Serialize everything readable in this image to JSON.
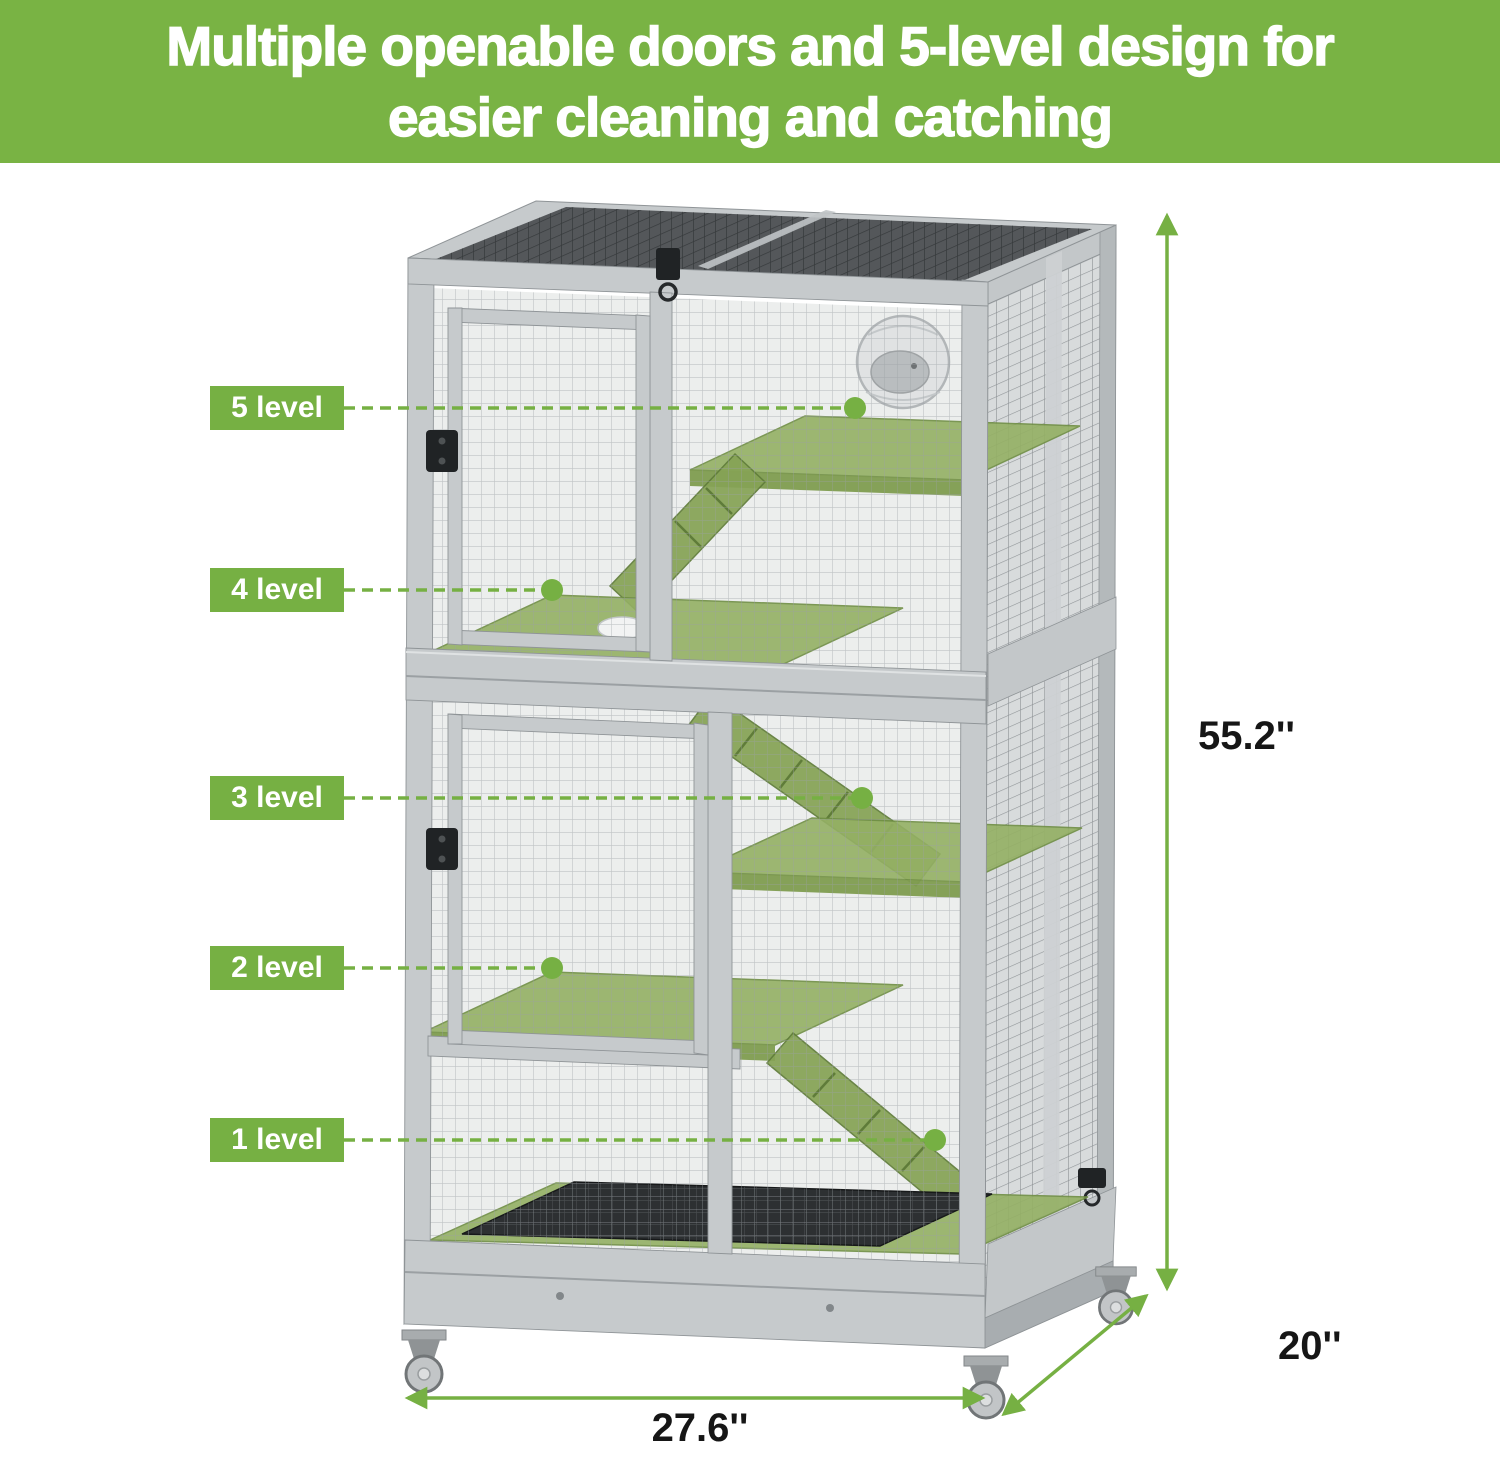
{
  "banner": {
    "title_line1": "Multiple openable doors and 5-level design for",
    "title_line2": "easier cleaning and catching"
  },
  "levels": [
    {
      "label": "5 level"
    },
    {
      "label": "4 level"
    },
    {
      "label": "3 level"
    },
    {
      "label": "2 level"
    },
    {
      "label": "1 level"
    }
  ],
  "dimensions": {
    "height": "55.2''",
    "width": "27.6''",
    "depth": "20''"
  },
  "colors": {
    "accent_green": "#76b043",
    "banner_green": "#79b344",
    "platform_green": "#94b064",
    "label_text": "#ffffff",
    "dimension_text": "#161616"
  }
}
